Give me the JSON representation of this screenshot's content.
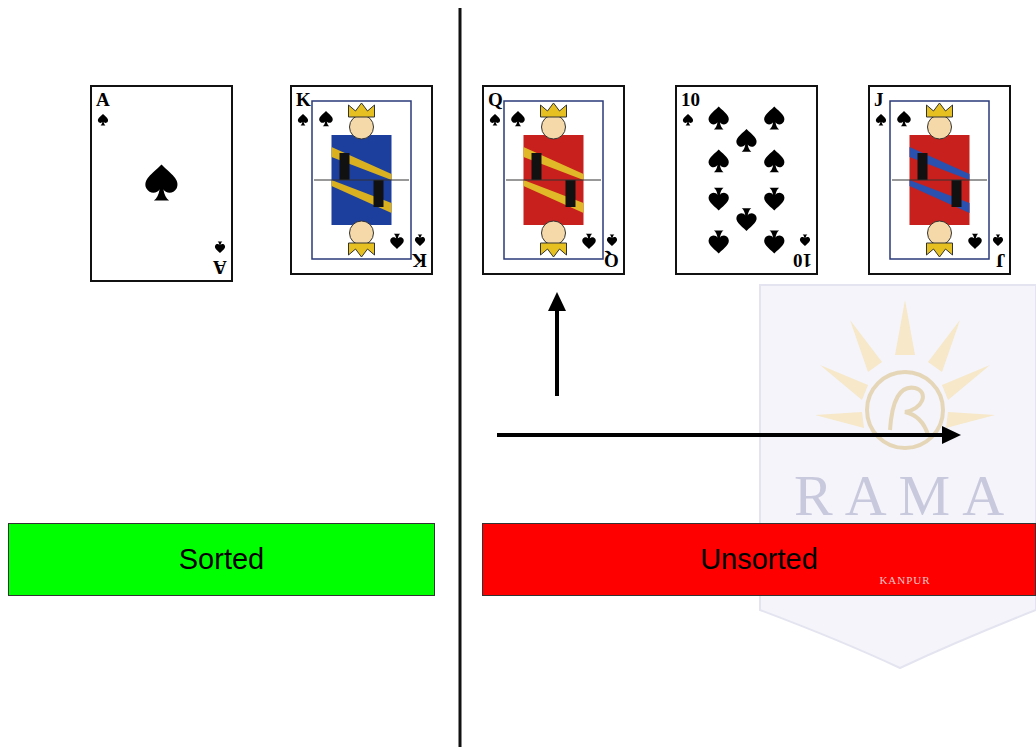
{
  "diagram": {
    "nodes": [
      {
        "text": [
          "A",
          "A"
        ]
      },
      {
        "text": [
          "K",
          "K"
        ]
      },
      {
        "text": [
          "Q",
          "Q"
        ]
      },
      {
        "text": [
          "10",
          "10"
        ]
      },
      {
        "text": [
          "J",
          "J"
        ]
      },
      {
        "text": [
          "Sorted"
        ]
      },
      {
        "text": [
          "Unsorted"
        ]
      }
    ],
    "labels": [
      "RAMA",
      "KANPUR"
    ]
  }
}
